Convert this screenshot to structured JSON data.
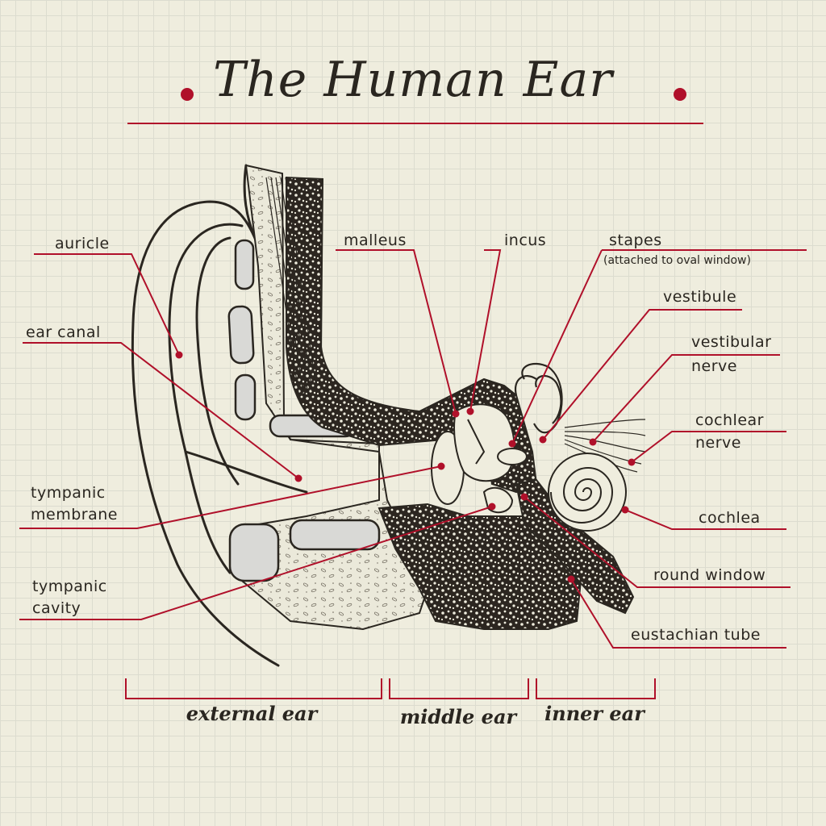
{
  "title": "The Human Ear",
  "colors": {
    "accent": "#b0102a",
    "ink": "#2a2620",
    "paper": "#efedde"
  },
  "labels": {
    "auricle": "auricle",
    "ear_canal": "ear canal",
    "tympanic_membrane_1": "tympanic",
    "tympanic_membrane_2": "membrane",
    "tympanic_cavity_1": "tympanic",
    "tympanic_cavity_2": "cavity",
    "malleus": "malleus",
    "incus": "incus",
    "stapes": "stapes",
    "stapes_note": "(attached to oval window)",
    "vestibule": "vestibule",
    "vestibular_nerve_1": "vestibular",
    "vestibular_nerve_2": "nerve",
    "cochlear_nerve_1": "cochlear",
    "cochlear_nerve_2": "nerve",
    "cochlea": "cochlea",
    "round_window": "round window",
    "eustachian_tube": "eustachian tube"
  },
  "sections": {
    "external": "external ear",
    "middle": "middle ear",
    "inner": "inner ear"
  }
}
